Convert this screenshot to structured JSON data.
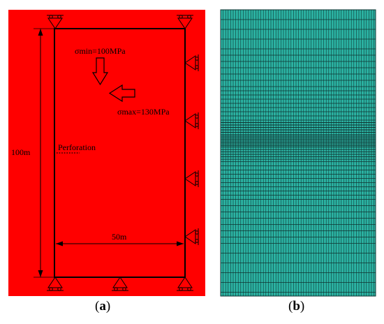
{
  "panel_a": {
    "label_sigma_min": "σmin=100MPa",
    "label_sigma_max": "σmax=130MPa",
    "label_height": "100m",
    "label_width": "50m",
    "label_perforation": "Perforation",
    "colors": {
      "domain": "#ff0000",
      "lines": "#000000"
    }
  },
  "panel_b": {
    "colors": {
      "mesh_fill": "#2bb3a3",
      "mesh_lines": "#103330"
    }
  },
  "captions": {
    "a_open": "(",
    "a_letter": "a",
    "a_close": ")",
    "b_open": "(",
    "b_letter": "b",
    "b_close": ")"
  }
}
